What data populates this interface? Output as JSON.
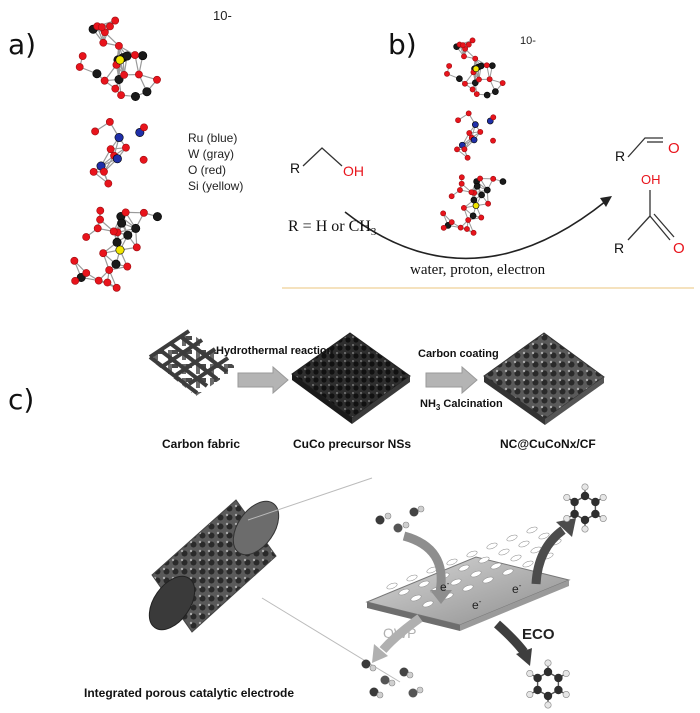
{
  "panel_a": {
    "label": "a)",
    "charge": "10-",
    "legend": [
      "Ru (blue)",
      "W (gray)",
      "O  (red)",
      "Si (yellow)"
    ]
  },
  "panel_b": {
    "label": "b)",
    "charge": "10-",
    "reactant_r": "R",
    "reactant_oh": "OH",
    "r_def": "R = H or CH",
    "r_def_sub": "3",
    "product1_r": "R",
    "product1_o": "O",
    "product2_oh": "OH",
    "product2_r": "R",
    "product2_o": "O",
    "conditions": "water, proton, electron"
  },
  "panel_c": {
    "label": "c)",
    "step1": "Hydrothermal reaction",
    "step2a": "Carbon coating",
    "step2b_prefix": "NH",
    "step2b_sub": "3",
    "step2b_suffix": " Calcination",
    "stage1": "Carbon fabric",
    "stage2": "CuCo precursor NSs",
    "stage3": "NC@CuCoNx/CF",
    "electrode_caption": "Integrated porous catalytic electrode",
    "electron1": "e",
    "electron2": "e",
    "electron3": "e",
    "owp": "OWP",
    "eco": "ECO"
  },
  "colors": {
    "oxygen": "#e8141c",
    "tungsten": "#1a1a1a",
    "ruthenium": "#1f2fa8",
    "silicon": "#f2e600",
    "arrow_gray": "#b4b4b4",
    "owp_gray": "#b0b0b0",
    "fabric": "#555555"
  }
}
